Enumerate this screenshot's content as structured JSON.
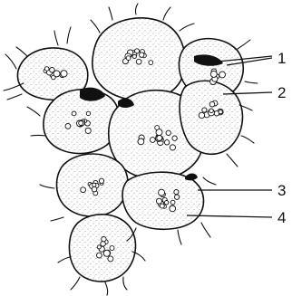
{
  "labels": [
    {
      "id": "label-1",
      "text": "1"
    },
    {
      "id": "label-2",
      "text": "2"
    },
    {
      "id": "label-3",
      "text": "3"
    },
    {
      "id": "label-4",
      "text": "4"
    }
  ]
}
